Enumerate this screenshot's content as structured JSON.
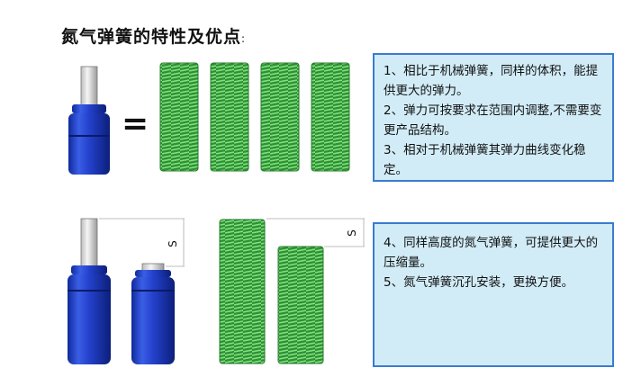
{
  "title": {
    "text": "氮气弹簧的特性及优点",
    "colon": ":"
  },
  "box1": {
    "lines": [
      "1、相比于机械弹簧，同样的体积，能提供更大的弹力。",
      "2、弹力可按要求在范围内调整,不需要变更产品结构。",
      "3、相对于机械弹簧其弹力曲线变化稳定。"
    ]
  },
  "box2": {
    "lines": [
      "4、同样高度的氮气弹簧，可提供更大的压缩量。",
      "5、氮气弹簧沉孔安装，更换方便。"
    ]
  },
  "equals": "=",
  "dims": {
    "s1": "S",
    "s2": "S"
  },
  "colors": {
    "cylinder_blue": "#1f3fc8",
    "spring_green": "#46c84a",
    "box_fill": "#d1ecf7",
    "box_border": "#3a7bd1"
  }
}
